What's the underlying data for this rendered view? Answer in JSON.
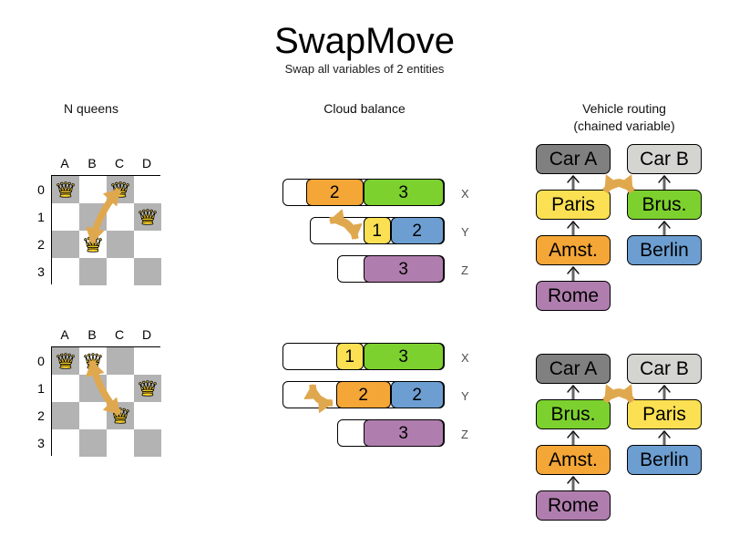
{
  "header": {
    "title": "SwapMove",
    "subtitle": "Swap all variables of 2 entities"
  },
  "columns": [
    {
      "title": "N queens"
    },
    {
      "title": "Cloud balance"
    },
    {
      "title": "Vehicle routing\n(chained variable)"
    }
  ],
  "colors": {
    "orange": "#F4A637",
    "green": "#7DD12F",
    "yellow": "#FAE052",
    "blue": "#6D9ED1",
    "purple": "#B07EAE",
    "dark_gray": "#808080",
    "light_gray": "#D4D4D0",
    "board_dark": "#B3B3B3",
    "board_light": "#FFFFFF",
    "arrow": "#E0A84E",
    "queen_gold": "#FFD42A",
    "edge_gray": "#666666",
    "label_gray": "#4D4D4D"
  },
  "n_queens": {
    "file_labels": [
      "A",
      "B",
      "C",
      "D"
    ],
    "rank_labels": [
      "0",
      "1",
      "2",
      "3"
    ],
    "before": {
      "queens": [
        {
          "file": "A",
          "rank": "0"
        },
        {
          "file": "C",
          "rank": "0"
        },
        {
          "file": "D",
          "rank": "1"
        },
        {
          "file": "B",
          "rank": "2"
        }
      ],
      "swap_from": {
        "file": "C",
        "rank": "0"
      },
      "swap_to": {
        "file": "B",
        "rank": "2"
      }
    },
    "after": {
      "queens": [
        {
          "file": "A",
          "rank": "0"
        },
        {
          "file": "B",
          "rank": "0"
        },
        {
          "file": "D",
          "rank": "1"
        },
        {
          "file": "C",
          "rank": "2"
        }
      ],
      "swap_from": {
        "file": "B",
        "rank": "0"
      },
      "swap_to": {
        "file": "C",
        "rank": "2"
      }
    }
  },
  "cloud_balance": {
    "before": {
      "rows": [
        {
          "label": "X",
          "segments": [
            {
              "value": "",
              "color": "#FFFFFF",
              "width": 27
            },
            {
              "value": "2",
              "color": "#F4A637",
              "width": 63
            },
            {
              "value": "3",
              "color": "#7DD12F",
              "width": 88
            }
          ]
        },
        {
          "label": "Y",
          "segments": [
            {
              "value": "",
              "color": "#FFFFFF",
              "width": 60
            },
            {
              "value": "1",
              "color": "#FAE052",
              "width": 30
            },
            {
              "value": "2",
              "color": "#6D9ED1",
              "width": 58
            }
          ]
        },
        {
          "label": "Z",
          "segments": [
            {
              "value": "",
              "color": "#FFFFFF",
              "width": 30
            },
            {
              "value": "3",
              "color": "#B07EAE",
              "width": 88
            }
          ]
        }
      ]
    },
    "after": {
      "rows": [
        {
          "label": "X",
          "segments": [
            {
              "value": "",
              "color": "#FFFFFF",
              "width": 60
            },
            {
              "value": "1",
              "color": "#FAE052",
              "width": 30
            },
            {
              "value": "3",
              "color": "#7DD12F",
              "width": 88
            }
          ]
        },
        {
          "label": "Y",
          "segments": [
            {
              "value": "",
              "color": "#FFFFFF",
              "width": 60
            },
            {
              "value": "2",
              "color": "#F4A637",
              "width": 60
            },
            {
              "value": "2",
              "color": "#6D9ED1",
              "width": 58
            }
          ]
        },
        {
          "label": "Z",
          "segments": [
            {
              "value": "",
              "color": "#FFFFFF",
              "width": 30
            },
            {
              "value": "3",
              "color": "#B07EAE",
              "width": 88
            }
          ]
        }
      ]
    }
  },
  "vehicle_routing": {
    "before": {
      "chain_a": [
        {
          "label": "Car A",
          "color": "#808080"
        },
        {
          "label": "Paris",
          "color": "#FAE052"
        },
        {
          "label": "Amst.",
          "color": "#F4A637"
        },
        {
          "label": "Rome",
          "color": "#B07EAE"
        }
      ],
      "chain_b": [
        {
          "label": "Car B",
          "color": "#D4D4D0"
        },
        {
          "label": "Brus.",
          "color": "#7DD12F"
        },
        {
          "label": "Berlin",
          "color": "#6D9ED1"
        }
      ],
      "swap": [
        "Paris",
        "Brus."
      ]
    },
    "after": {
      "chain_a": [
        {
          "label": "Car A",
          "color": "#808080"
        },
        {
          "label": "Brus.",
          "color": "#7DD12F"
        },
        {
          "label": "Amst.",
          "color": "#F4A637"
        },
        {
          "label": "Rome",
          "color": "#B07EAE"
        }
      ],
      "chain_b": [
        {
          "label": "Car B",
          "color": "#D4D4D0"
        },
        {
          "label": "Paris",
          "color": "#FAE052"
        },
        {
          "label": "Berlin",
          "color": "#6D9ED1"
        }
      ],
      "swap": [
        "Brus.",
        "Paris"
      ]
    }
  }
}
